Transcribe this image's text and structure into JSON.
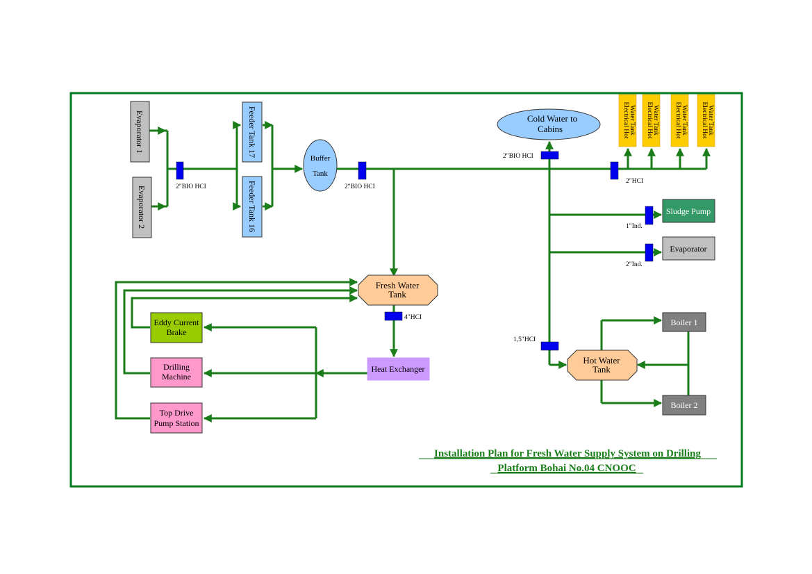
{
  "title": {
    "line1": "Installation Plan for Fresh Water Supply System on Drilling",
    "line2": "Platform Bohai No.04 CNOOC"
  },
  "colors": {
    "frame": "#007a1f",
    "pipe": "#1a7d1a",
    "valve": "#0000ee",
    "title": "#1a7d1a",
    "gray_box": "#c0c0c0",
    "feeder_box": "#99ccff",
    "buffer_tank": "#99ccff",
    "cold_water": "#99ccff",
    "electrical_hot_water": "#ffcc00",
    "sludge_pump": "#339966",
    "evaporator_right": "#c0c0c0",
    "boiler": "#808080",
    "hot_water_tank": "#ffcc99",
    "fresh_water_tank": "#ffcc99",
    "heat_exchanger": "#cc99ff",
    "eddy_current_brake": "#99cc00",
    "drilling_machine": "#ff99cc",
    "top_drive": "#ff99cc"
  },
  "sources": {
    "evaporator_1": "Evaporator 1",
    "evaporator_2": "Evaporator 2"
  },
  "feeder_tanks": {
    "tank_17": "Feeder Tank 17",
    "tank_16": "Feeder Tank 16"
  },
  "buffer_tank": {
    "line1": "Buffer",
    "line2": "Tank"
  },
  "cold_water": {
    "line1": "Cold Water to",
    "line2": "Cabins"
  },
  "electrical_hot_water": {
    "line1": "Electrical Hot",
    "line2": "Water Tank",
    "count": 4
  },
  "right_consumers": {
    "sludge_pump": "Sludge Pump",
    "evaporator": "Evaporator"
  },
  "boilers": {
    "boiler_1": "Boiler 1",
    "boiler_2": "Boiler 2"
  },
  "hot_water_tank": {
    "line1": "Hot Water",
    "line2": "Tank"
  },
  "fresh_water_tank": {
    "line1": "Fresh Water",
    "line2": "Tank"
  },
  "heat_exchanger": "Heat Exchanger",
  "left_consumers": {
    "eddy_line1": "Eddy Current",
    "eddy_line2": "Brake",
    "drill_line1": "Drilling",
    "drill_line2": "Machine",
    "top_line1": "Top Drive",
    "top_line2": "Pump Station"
  },
  "pipe_labels": {
    "evap_main": "2″BIO HCI",
    "buffer_out": "2″BIO HCI",
    "cold_water": "2″BIO HCI",
    "hot_tanks": "2″HCI",
    "sludge": "1″Ind.",
    "evaporator": "2″Ind.",
    "fresh_out": "4″HCI",
    "hot_water_in": "1,5″HCI"
  }
}
